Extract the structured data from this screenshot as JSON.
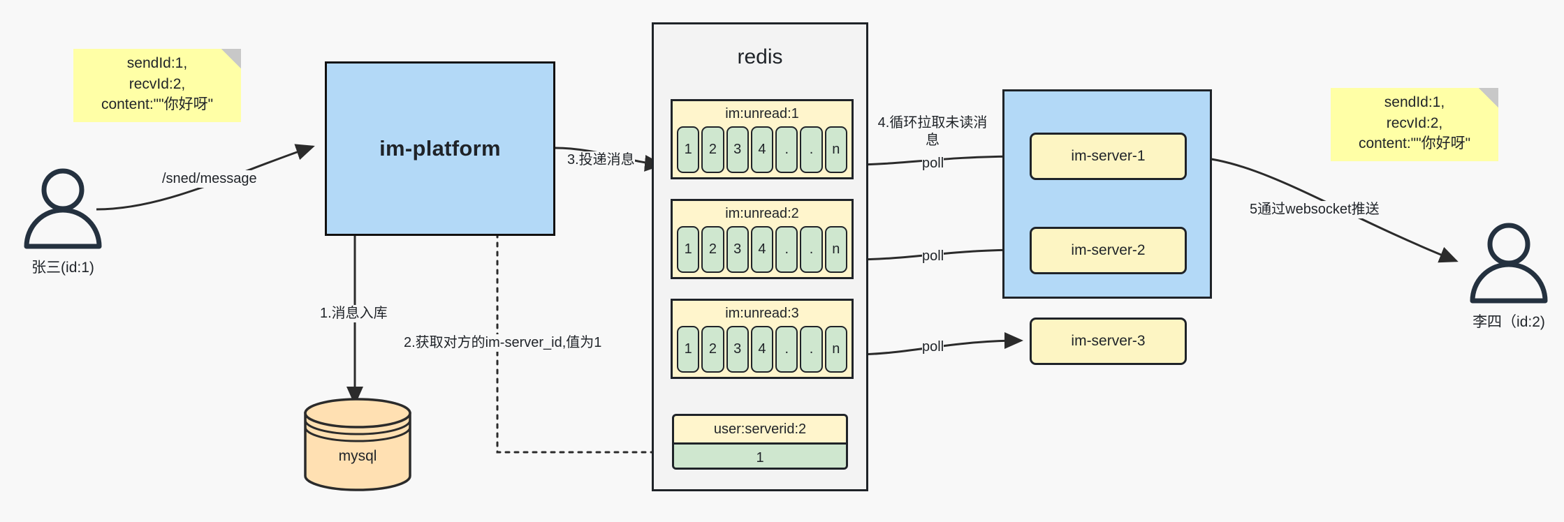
{
  "diagram": {
    "title": "IM message delivery architecture",
    "colors": {
      "note": "#ffffa6",
      "platform": "#b3d9f7",
      "redis_container": "#f3f3f3",
      "queue_header": "#fff5cc",
      "queue_cell": "#cfe7cf",
      "server_box": "#fdf5c3",
      "mysql": "#ffe0b2",
      "stroke": "#1f2328"
    }
  },
  "notes": {
    "left": {
      "lines": [
        "sendId:1,",
        "recvId:2,",
        "content:\"\"你好呀\""
      ]
    },
    "right": {
      "lines": [
        "sendId:1,",
        "recvId:2,",
        "content:\"\"你好呀\""
      ]
    }
  },
  "actors": {
    "sender": {
      "label": "张三(id:1)",
      "icon": "user-icon"
    },
    "receiver": {
      "label": "李四（id:2)",
      "icon": "user-icon"
    }
  },
  "platform": {
    "label": "im-platform"
  },
  "mysql": {
    "label": "mysql"
  },
  "redis": {
    "title": "redis",
    "queues": [
      {
        "key": "im:unread:1",
        "cells": [
          "1",
          "2",
          "3",
          "4",
          ".",
          ".",
          "n"
        ]
      },
      {
        "key": "im:unread:2",
        "cells": [
          "1",
          "2",
          "3",
          "4",
          ".",
          ".",
          "n"
        ]
      },
      {
        "key": "im:unread:3",
        "cells": [
          "1",
          "2",
          "3",
          "4",
          ".",
          ".",
          "n"
        ]
      }
    ],
    "kv": {
      "key": "user:serverid:2",
      "value": "1"
    }
  },
  "servers": {
    "items": [
      {
        "label": "im-server-1"
      },
      {
        "label": "im-server-2"
      },
      {
        "label": "im-server-3"
      }
    ]
  },
  "edges": {
    "send_message": "/sned/message",
    "step1": "1.消息入库",
    "step2": "2.获取对方的im-server_id,值为1",
    "step3": "3.投递消息",
    "step4_line1": "4.循环拉取未读消",
    "step4_line2": "息",
    "poll1": "poll",
    "poll2": "poll",
    "poll3": "poll",
    "step5": "5通过websocket推送"
  }
}
